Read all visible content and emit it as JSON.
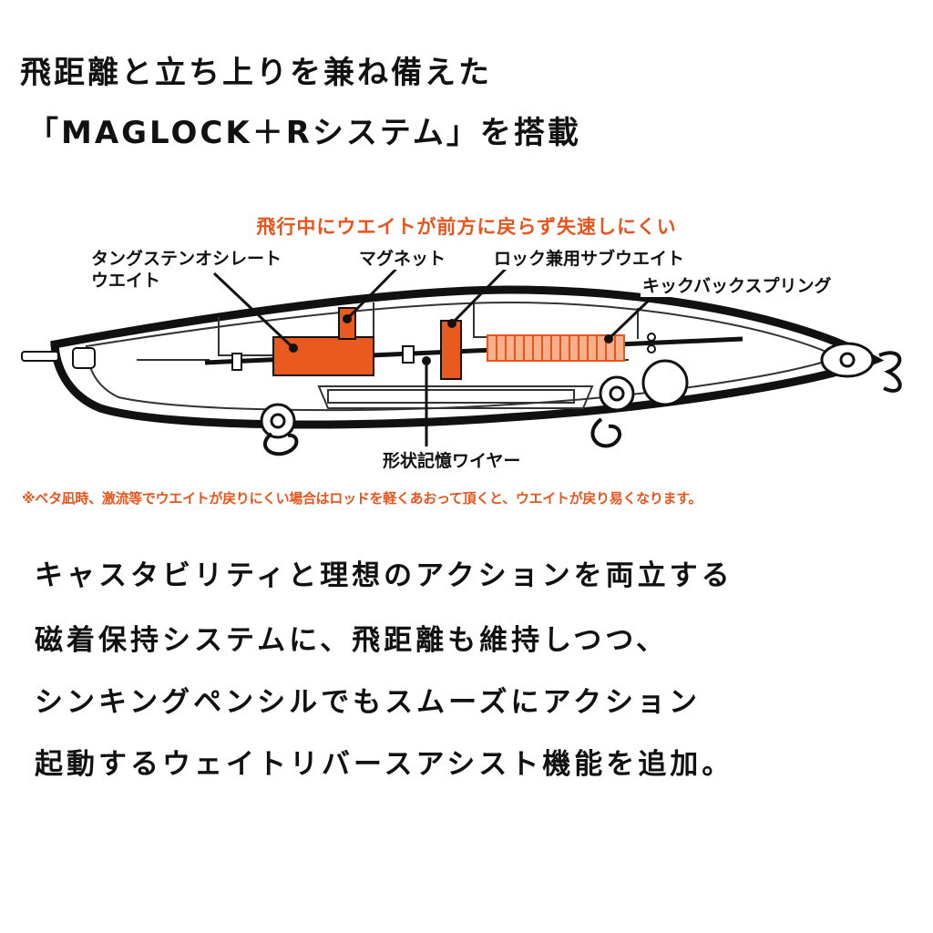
{
  "headline": {
    "line1": "飛距離と立ち上りを兼ね備えた",
    "line2": "「MAGLOCK＋Rシステム」を搭載"
  },
  "diagram": {
    "caption": "飛行中にウエイトが前方に戻らず失速しにくい",
    "labels": {
      "tungsten_weight_1": "タングステンオシレート",
      "tungsten_weight_2": "ウエイト",
      "magnet": "マグネット",
      "lock_sub_weight": "ロック兼用サブウエイト",
      "kickback_spring": "キックバックスプリング",
      "shape_memory_wire": "形状記憶ワイヤー"
    },
    "note": "※ベタ凪時、激流等でウエイトが戻りにくい場合はロッドを軽くあおって頂くと、ウエイトが戻り易くなります。",
    "colors": {
      "accent": "#e8541c",
      "outline": "#111111"
    }
  },
  "body": {
    "line1": "キャスタビリティと理想のアクションを両立する",
    "line2": "磁着保持システムに、飛距離も維持しつつ、",
    "line3": "シンキングペンシルでもスムーズにアクション",
    "line4": "起動するウェイトリバースアシスト機能を追加。"
  }
}
